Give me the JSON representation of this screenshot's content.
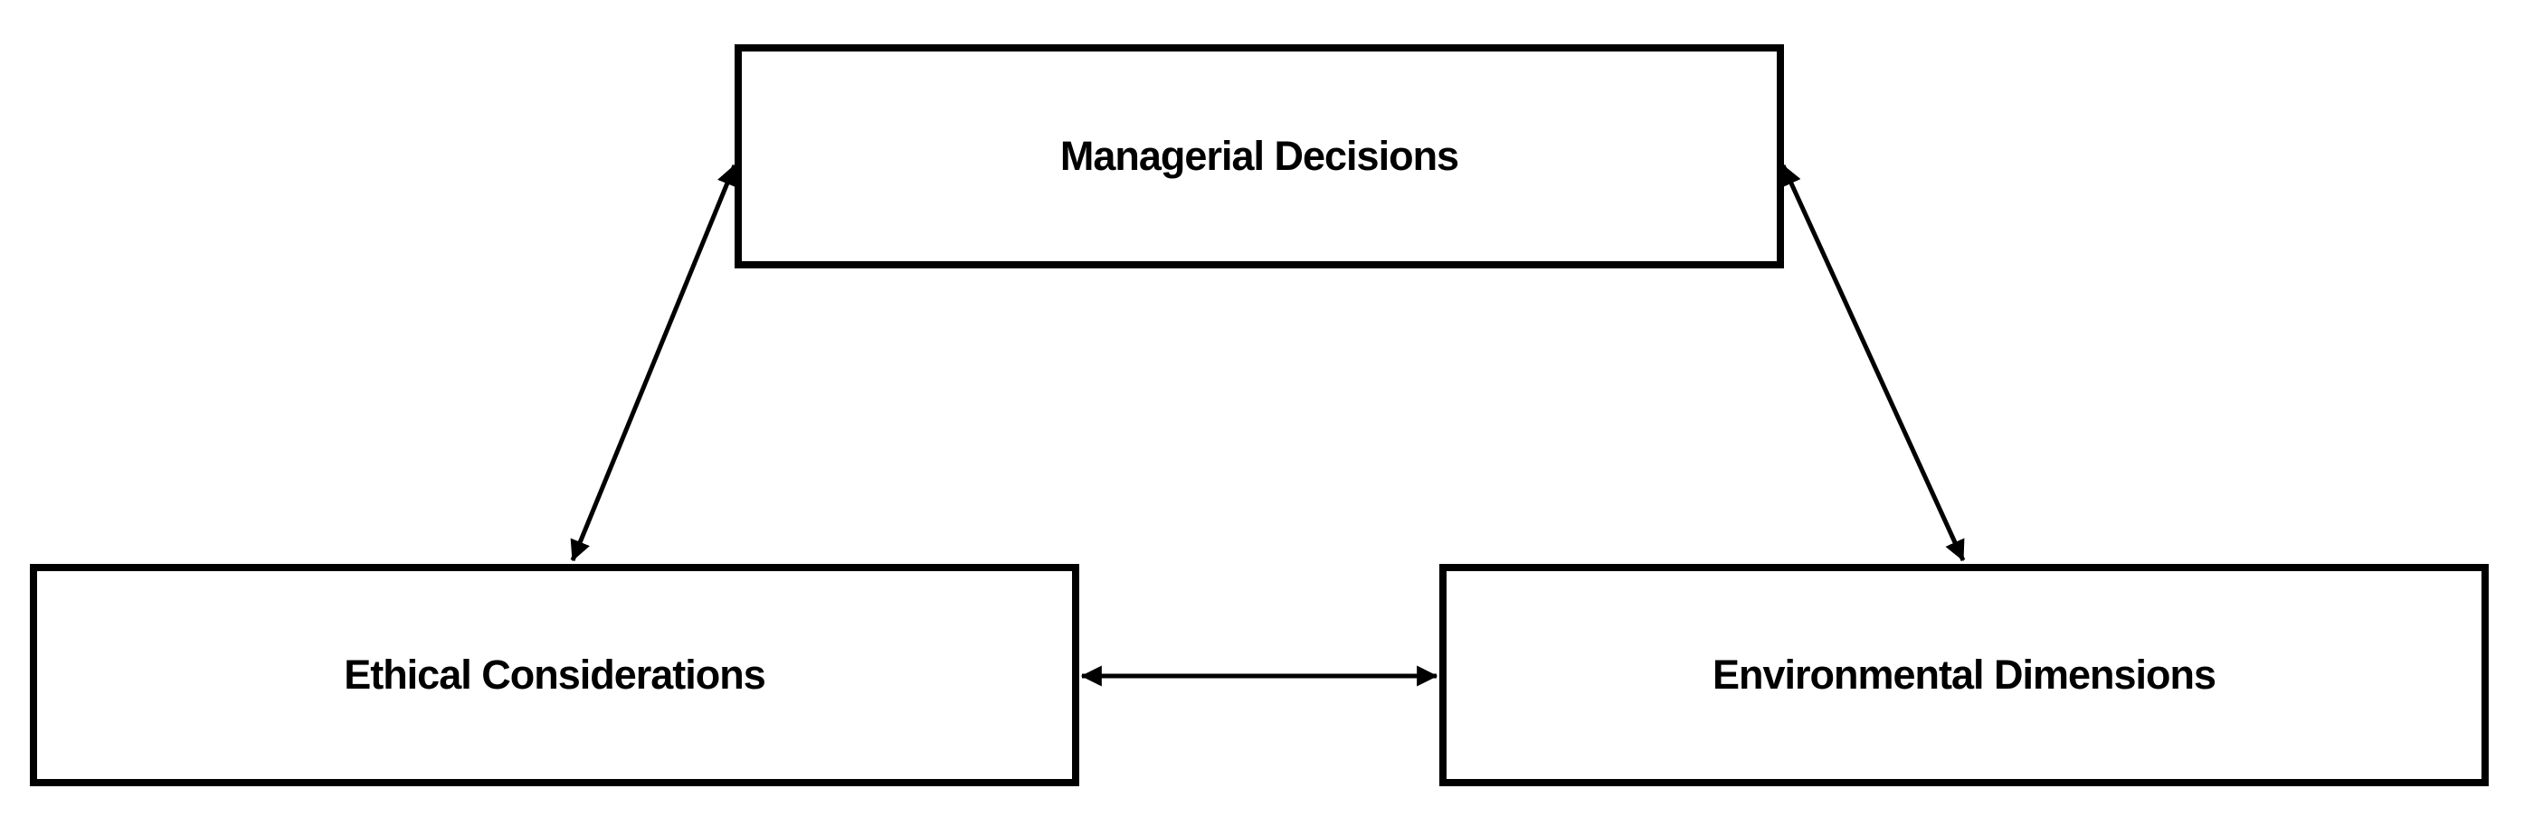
{
  "diagram": {
    "type": "relationship-triangle",
    "background_color": "#ffffff",
    "nodes": [
      {
        "id": "managerial-decisions",
        "label": "Managerial Decisions",
        "position": "top-center"
      },
      {
        "id": "ethical-considerations",
        "label": "Ethical Considerations",
        "position": "bottom-left"
      },
      {
        "id": "environmental-dimensions",
        "label": "Environmental Dimensions",
        "position": "bottom-right"
      }
    ],
    "edges": [
      {
        "from": "ethical-considerations",
        "to": "managerial-decisions",
        "direction": "bidirectional",
        "style": "solid-arrow"
      },
      {
        "from": "environmental-dimensions",
        "to": "managerial-decisions",
        "direction": "bidirectional",
        "style": "solid-arrow"
      },
      {
        "from": "ethical-considerations",
        "to": "environmental-dimensions",
        "direction": "bidirectional",
        "style": "solid-arrow"
      }
    ],
    "colors": {
      "box_border": "#000000",
      "box_fill": "#ffffff",
      "text": "#000000",
      "arrow": "#000000"
    }
  }
}
